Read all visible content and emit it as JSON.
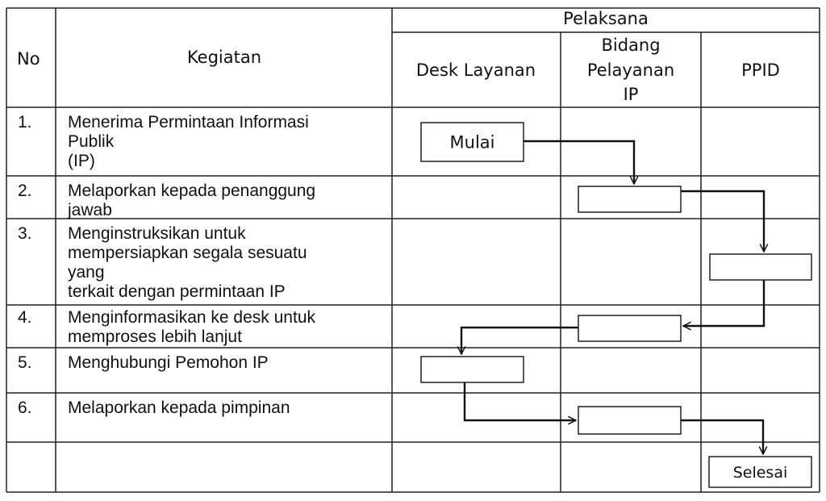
{
  "header": {
    "no": "No",
    "kegiatan": "Kegiatan",
    "pelaksana": "Pelaksana",
    "desk": "Desk Layanan",
    "bidang": [
      "Bidang",
      "Pelayanan",
      "IP"
    ],
    "ppid": "PPID"
  },
  "rows": [
    {
      "no": "1.",
      "kegiatan": [
        "Menerima Permintaan Informasi",
        "Publik",
        "(IP)"
      ],
      "lane": "desk",
      "label": "Mulai"
    },
    {
      "no": "2.",
      "kegiatan": [
        "Melaporkan kepada penanggung",
        "jawab"
      ],
      "lane": "bidang",
      "label": ""
    },
    {
      "no": "3.",
      "kegiatan": [
        "Menginstruksikan untuk",
        "mempersiapkan segala sesuatu",
        "yang",
        "terkait dengan permintaan IP"
      ],
      "lane": "ppid",
      "label": ""
    },
    {
      "no": "4.",
      "kegiatan": [
        "Menginformasikan ke desk untuk",
        "memproses lebih lanjut"
      ],
      "lane": "bidang",
      "label": ""
    },
    {
      "no": "5.",
      "kegiatan": [
        "Menghubungi Pemohon IP"
      ],
      "lane": "desk",
      "label": ""
    },
    {
      "no": "6.",
      "kegiatan": [
        "Melaporkan kepada pimpinan"
      ],
      "lane": "bidang",
      "label": ""
    },
    {
      "no": "",
      "kegiatan": [],
      "lane": "ppid",
      "label": "Selesai"
    }
  ]
}
